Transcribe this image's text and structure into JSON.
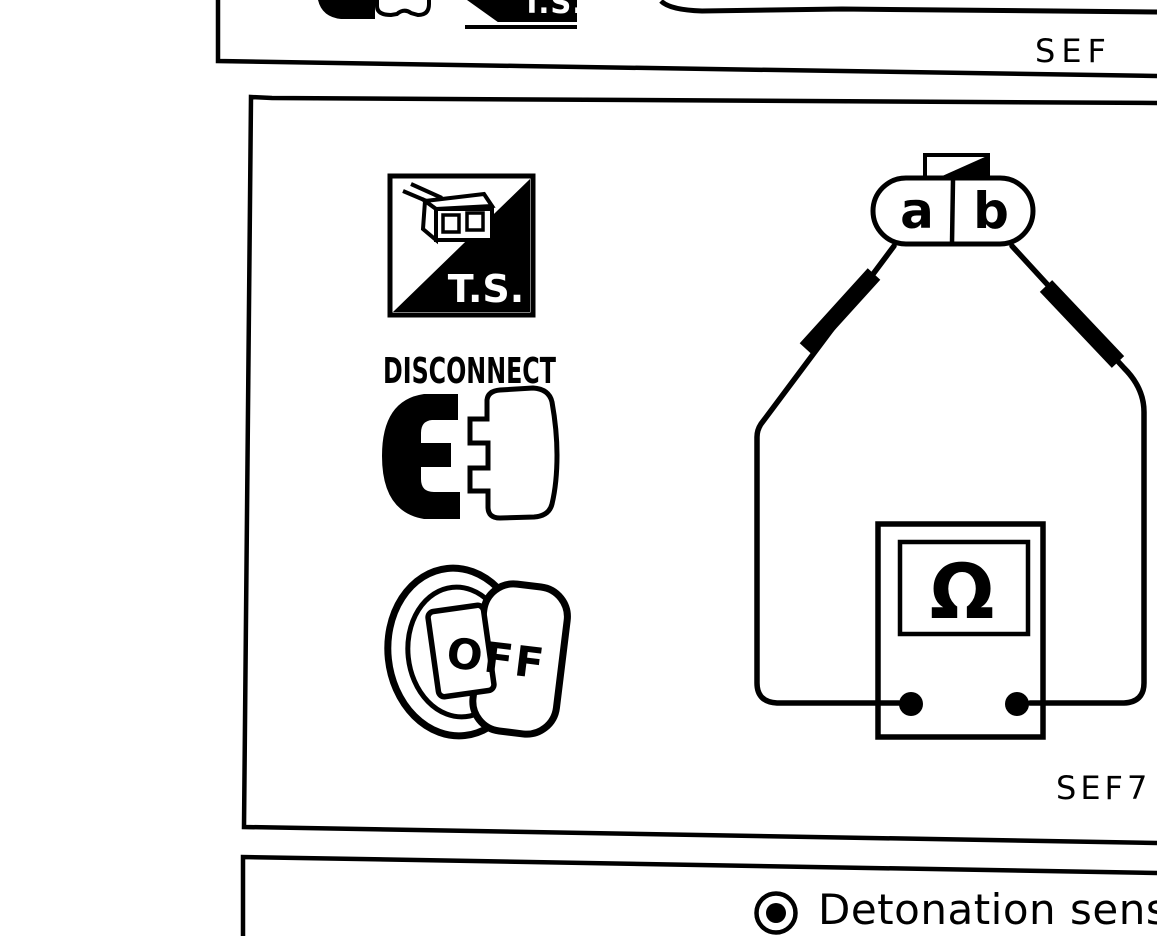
{
  "colors": {
    "ink": "#000000",
    "paper": "#ffffff"
  },
  "top_panel": {
    "caption": "SEF",
    "ts_icon_label": "T.S."
  },
  "middle_panel": {
    "caption": "SEF7",
    "icons": {
      "ts_label": "T.S.",
      "disconnect_label": "DISCONNECT",
      "ignition_off_label": "OFF"
    },
    "circuit": {
      "terminal_a": "a",
      "terminal_b": "b",
      "meter_symbol": "Ω"
    }
  },
  "bottom_panel": {
    "item_label": "Detonation sensor"
  }
}
